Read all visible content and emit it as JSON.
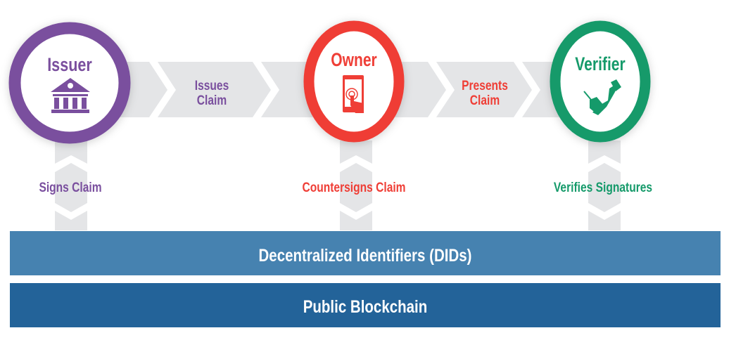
{
  "actors": [
    {
      "name": "Issuer",
      "icon": "bank-icon",
      "color": "#7a4f9e",
      "action_below": "Signs Claim"
    },
    {
      "name": "Owner",
      "icon": "smartphone-touch-icon",
      "color": "#ef3e36",
      "action_below": "Countersigns Claim"
    },
    {
      "name": "Verifier",
      "icon": "handshake-icon",
      "color": "#159a6a",
      "action_below": "Verifies Signatures"
    }
  ],
  "flows": [
    {
      "line1": "Issues",
      "line2": "Claim",
      "color": "#7a4f9e"
    },
    {
      "line1": "Presents",
      "line2": "Claim",
      "color": "#ef3e36"
    }
  ],
  "layers": [
    {
      "label": "Decentralized Identifiers (DIDs)",
      "color": "#4682b0"
    },
    {
      "label": "Public Blockchain",
      "color": "#236399"
    }
  ]
}
